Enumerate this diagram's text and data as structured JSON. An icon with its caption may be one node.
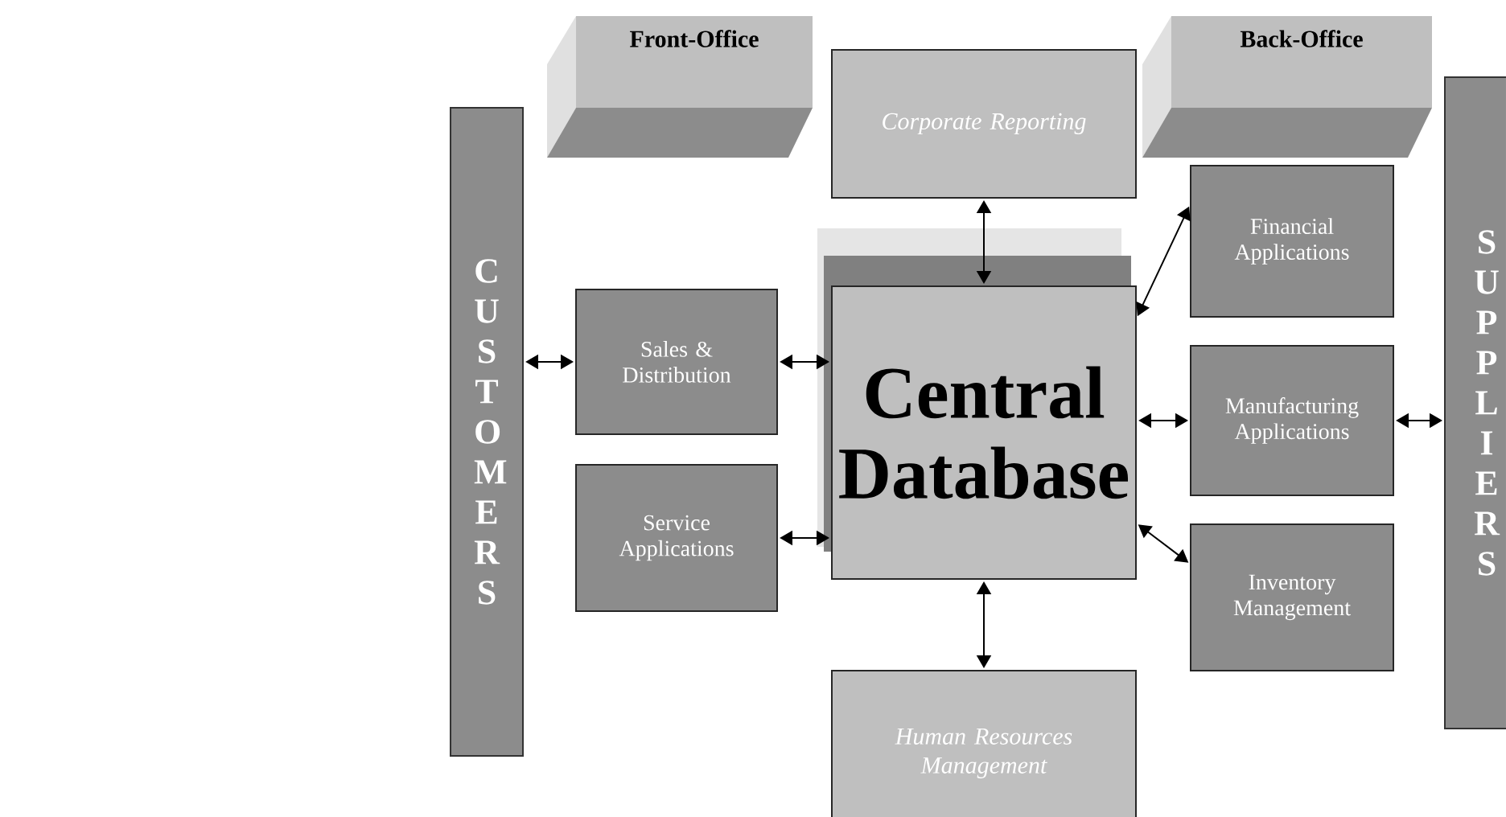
{
  "diagram": {
    "nodes": [
      {
        "text": [
          "Front-Office"
        ]
      },
      {
        "text": [
          "Back-Office"
        ]
      },
      {
        "text": [
          "C U S T O M E R S"
        ]
      },
      {
        "text": [
          "Sales & Distribution"
        ]
      },
      {
        "text": [
          "Service Applications"
        ]
      },
      {
        "text": [
          "Corporate Reporting"
        ]
      },
      {
        "text": [
          "Central Database"
        ]
      },
      {
        "text": [
          "Financial Applications"
        ]
      },
      {
        "text": [
          "Manufacturing Applications"
        ]
      },
      {
        "text": [
          "Inventory Management"
        ]
      },
      {
        "text": [
          "Human Resources Management"
        ]
      },
      {
        "text": [
          "S U P P L I E R S"
        ]
      }
    ],
    "edges": [
      {
        "from": 2,
        "to": 3,
        "arrow": "both"
      },
      {
        "from": 3,
        "to": 6,
        "arrow": "both"
      },
      {
        "from": 4,
        "to": 6,
        "arrow": "both"
      },
      {
        "from": 5,
        "to": 6,
        "arrow": "both"
      },
      {
        "from": 6,
        "to": 7,
        "arrow": "both"
      },
      {
        "from": 6,
        "to": 8,
        "arrow": "both"
      },
      {
        "from": 6,
        "to": 9,
        "arrow": "both"
      },
      {
        "from": 6,
        "to": 10,
        "arrow": "both"
      },
      {
        "from": 8,
        "to": 11,
        "arrow": "both"
      }
    ]
  }
}
